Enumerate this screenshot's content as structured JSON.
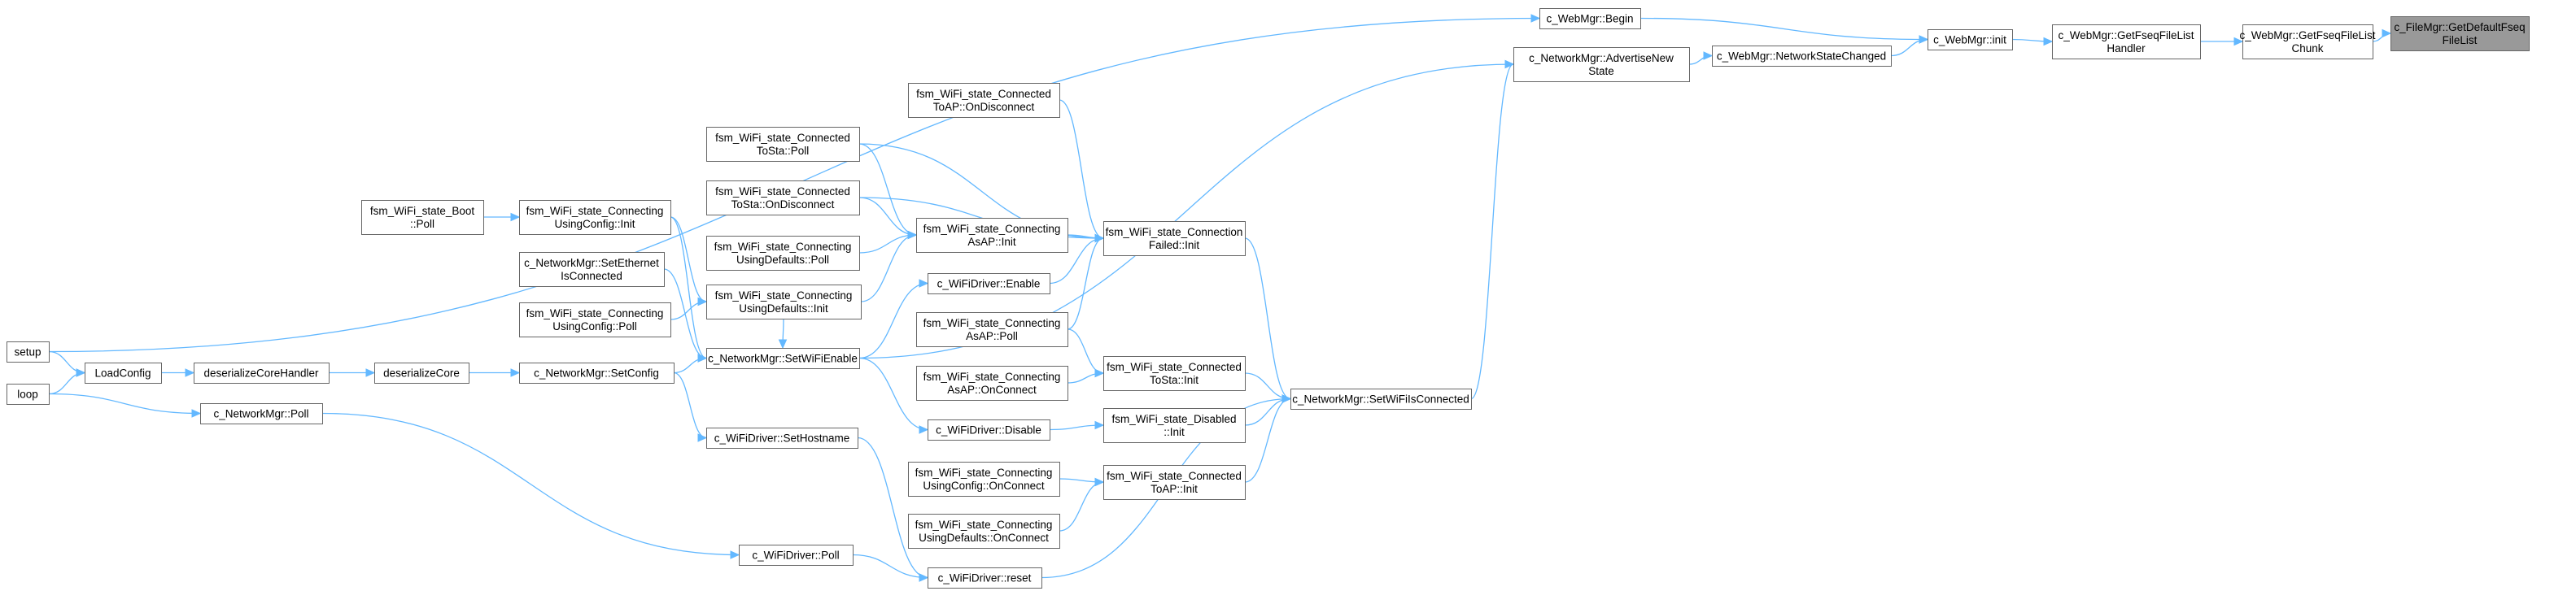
{
  "colors": {
    "node_border": "#666666",
    "edge": "#63b8ff",
    "highlight_fill": "#999999",
    "background": "#ffffff"
  },
  "nodes": [
    {
      "id": "getDefault",
      "lines": [
        "c_FileMgr::GetDefaultFseq",
        "FileList"
      ],
      "highlighted": true
    },
    {
      "id": "getChunk",
      "lines": [
        "c_WebMgr::GetFseqFileList",
        "Chunk"
      ]
    },
    {
      "id": "getHandler",
      "lines": [
        "c_WebMgr::GetFseqFileList",
        "Handler"
      ]
    },
    {
      "id": "webInit",
      "lines": [
        "c_WebMgr::init"
      ]
    },
    {
      "id": "webBegin",
      "lines": [
        "c_WebMgr::Begin"
      ]
    },
    {
      "id": "netStateChanged",
      "lines": [
        "c_WebMgr::NetworkStateChanged"
      ]
    },
    {
      "id": "advertise",
      "lines": [
        "c_NetworkMgr::AdvertiseNew",
        "State"
      ]
    },
    {
      "id": "setup",
      "lines": [
        "setup"
      ]
    },
    {
      "id": "loop",
      "lines": [
        "loop"
      ]
    },
    {
      "id": "loadConfig",
      "lines": [
        "LoadConfig"
      ]
    },
    {
      "id": "deserHandler",
      "lines": [
        "deserializeCoreHandler"
      ]
    },
    {
      "id": "deser",
      "lines": [
        "deserializeCore"
      ]
    },
    {
      "id": "setConfig",
      "lines": [
        "c_NetworkMgr::SetConfig"
      ]
    },
    {
      "id": "netPoll",
      "lines": [
        "c_NetworkMgr::Poll"
      ]
    },
    {
      "id": "setWiFiEnable",
      "lines": [
        "c_NetworkMgr::SetWiFiEnable"
      ]
    },
    {
      "id": "setEthernet",
      "lines": [
        "c_NetworkMgr::SetEthernet",
        "IsConnected"
      ]
    },
    {
      "id": "bootPoll",
      "lines": [
        "fsm_WiFi_state_Boot",
        "::Poll"
      ]
    },
    {
      "id": "cfgInit",
      "lines": [
        "fsm_WiFi_state_Connecting",
        "UsingConfig::Init"
      ]
    },
    {
      "id": "cfgPoll",
      "lines": [
        "fsm_WiFi_state_Connecting",
        "UsingConfig::Poll"
      ]
    },
    {
      "id": "defInit",
      "lines": [
        "fsm_WiFi_state_Connecting",
        "UsingDefaults::Init"
      ]
    },
    {
      "id": "defPoll",
      "lines": [
        "fsm_WiFi_state_Connecting",
        "UsingDefaults::Poll"
      ]
    },
    {
      "id": "staPoll",
      "lines": [
        "fsm_WiFi_state_Connected",
        "ToSta::Poll"
      ]
    },
    {
      "id": "staDisc",
      "lines": [
        "fsm_WiFi_state_Connected",
        "ToSta::OnDisconnect"
      ]
    },
    {
      "id": "apDisc",
      "lines": [
        "fsm_WiFi_state_Connected",
        "ToAP::OnDisconnect"
      ]
    },
    {
      "id": "asapInit",
      "lines": [
        "fsm_WiFi_state_Connecting",
        "AsAP::Init"
      ]
    },
    {
      "id": "asapPoll",
      "lines": [
        "fsm_WiFi_state_Connecting",
        "AsAP::Poll"
      ]
    },
    {
      "id": "asapConnect",
      "lines": [
        "fsm_WiFi_state_Connecting",
        "AsAP::OnConnect"
      ]
    },
    {
      "id": "failedInit",
      "lines": [
        "fsm_WiFi_state_Connection",
        "Failed::Init"
      ]
    },
    {
      "id": "drvEnable",
      "lines": [
        "c_WiFiDriver::Enable"
      ]
    },
    {
      "id": "drvDisable",
      "lines": [
        "c_WiFiDriver::Disable"
      ]
    },
    {
      "id": "staInit",
      "lines": [
        "fsm_WiFi_state_Connected",
        "ToSta::Init"
      ]
    },
    {
      "id": "disabledInit",
      "lines": [
        "fsm_WiFi_state_Disabled",
        "::Init"
      ]
    },
    {
      "id": "cfgConnect",
      "lines": [
        "fsm_WiFi_state_Connecting",
        "UsingConfig::OnConnect"
      ]
    },
    {
      "id": "defConnect",
      "lines": [
        "fsm_WiFi_state_Connecting",
        "UsingDefaults::OnConnect"
      ]
    },
    {
      "id": "apInit",
      "lines": [
        "fsm_WiFi_state_Connected",
        "ToAP::Init"
      ]
    },
    {
      "id": "setHostname",
      "lines": [
        "c_WiFiDriver::SetHostname"
      ]
    },
    {
      "id": "drvPoll",
      "lines": [
        "c_WiFiDriver::Poll"
      ]
    },
    {
      "id": "drvReset",
      "lines": [
        "c_WiFiDriver::reset"
      ]
    },
    {
      "id": "setWiFiIsConnected",
      "lines": [
        "c_NetworkMgr::SetWiFiIsConnected"
      ]
    }
  ],
  "edges": [
    [
      "getChunk",
      "getDefault"
    ],
    [
      "getHandler",
      "getChunk"
    ],
    [
      "webInit",
      "getHandler"
    ],
    [
      "webBegin",
      "webInit"
    ],
    [
      "netStateChanged",
      "webInit"
    ],
    [
      "advertise",
      "netStateChanged"
    ],
    [
      "setup",
      "webBegin"
    ],
    [
      "setup",
      "loadConfig"
    ],
    [
      "loop",
      "loadConfig"
    ],
    [
      "loop",
      "netPoll"
    ],
    [
      "loadConfig",
      "deserHandler"
    ],
    [
      "deserHandler",
      "deser"
    ],
    [
      "deser",
      "setConfig"
    ],
    [
      "setConfig",
      "setWiFiEnable"
    ],
    [
      "setConfig",
      "setHostname"
    ],
    [
      "setEthernet",
      "setWiFiEnable"
    ],
    [
      "cfgInit",
      "setWiFiEnable"
    ],
    [
      "defInit",
      "setWiFiEnable"
    ],
    [
      "setWiFiEnable",
      "drvEnable"
    ],
    [
      "setWiFiEnable",
      "drvDisable"
    ],
    [
      "setWiFiEnable",
      "advertise"
    ],
    [
      "bootPoll",
      "cfgInit"
    ],
    [
      "cfgInit",
      "defInit"
    ],
    [
      "cfgPoll",
      "defInit"
    ],
    [
      "defInit",
      "asapInit"
    ],
    [
      "defPoll",
      "asapInit"
    ],
    [
      "staPoll",
      "asapInit"
    ],
    [
      "staDisc",
      "asapInit"
    ],
    [
      "staPoll",
      "failedInit"
    ],
    [
      "staDisc",
      "failedInit"
    ],
    [
      "apDisc",
      "failedInit"
    ],
    [
      "asapInit",
      "failedInit"
    ],
    [
      "asapPoll",
      "failedInit"
    ],
    [
      "drvEnable",
      "failedInit"
    ],
    [
      "asapPoll",
      "staInit"
    ],
    [
      "asapConnect",
      "staInit"
    ],
    [
      "drvDisable",
      "disabledInit"
    ],
    [
      "cfgConnect",
      "apInit"
    ],
    [
      "defConnect",
      "apInit"
    ],
    [
      "staInit",
      "setWiFiIsConnected"
    ],
    [
      "disabledInit",
      "setWiFiIsConnected"
    ],
    [
      "apInit",
      "setWiFiIsConnected"
    ],
    [
      "failedInit",
      "setWiFiIsConnected"
    ],
    [
      "drvReset",
      "setWiFiIsConnected"
    ],
    [
      "setWiFiIsConnected",
      "advertise"
    ],
    [
      "netPoll",
      "drvPoll"
    ],
    [
      "setHostname",
      "drvReset"
    ],
    [
      "drvPoll",
      "drvReset"
    ]
  ]
}
